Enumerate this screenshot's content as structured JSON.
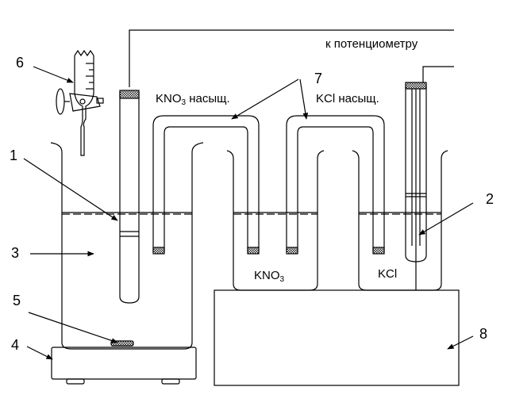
{
  "labels": {
    "potentiometer": "к потенциометру",
    "kno3_bridge_prefix": "KNO",
    "kno3_bridge_sub": "3",
    "kno3_bridge_suffix": " насыщ.",
    "kcl_bridge": "KCl насыщ.",
    "kno3_beaker_prefix": "KNO",
    "kno3_beaker_sub": "3",
    "kcl_beaker": "KCl"
  },
  "numbers": {
    "n1": "1",
    "n2": "2",
    "n3": "3",
    "n4": "4",
    "n5": "5",
    "n6": "6",
    "n7": "7",
    "n8": "8"
  }
}
